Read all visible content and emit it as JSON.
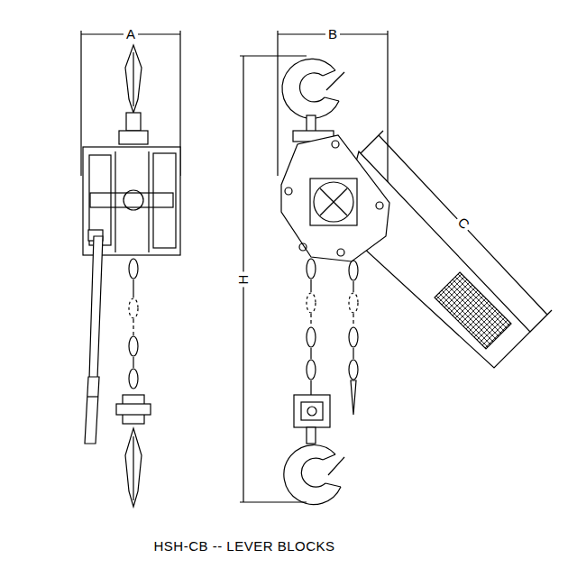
{
  "diagram": {
    "caption": "HSH-CB -- LEVER BLOCKS",
    "labels": [
      "A",
      "B",
      "C",
      "H"
    ]
  }
}
